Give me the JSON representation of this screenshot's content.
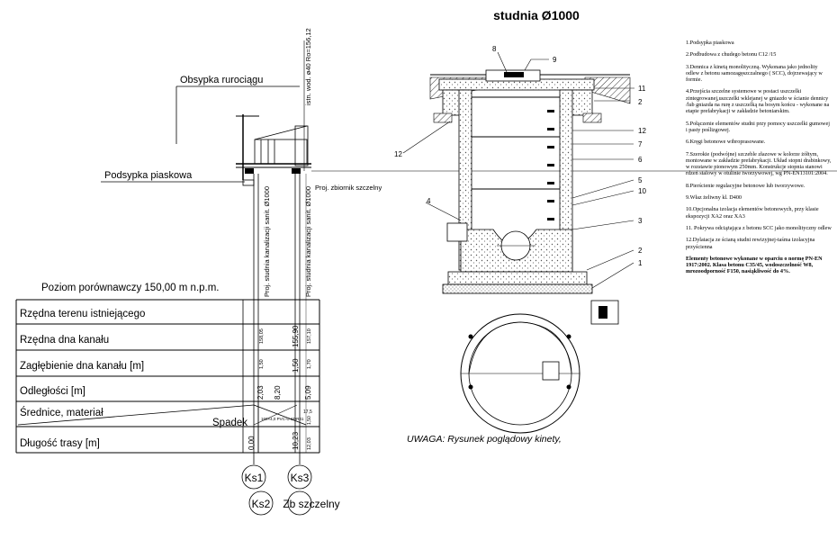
{
  "title": "studnia Ø1000",
  "profile": {
    "labels": {
      "obsypka": "Obsypka rurociągu",
      "podsypka": "Podsypka piaskowa",
      "zbiornik": "Proj. zbiornik szczelny",
      "wod": "istn. wod. ø40 Ro=156,12",
      "studnia1": "Proj. studnia kanalizacji sanit. Ø1000",
      "studnia2": "Proj. studnia kanalizacji sanit. Ø1000",
      "poziom": "Poziom porównawczy 150,00 m n.p.m.",
      "spadek": "Spadek"
    },
    "rows": [
      "Rzędna terenu istniejącego",
      "Rzędna dna kanału",
      "Zagłębienie dna kanału [m]",
      "Odległości [m]",
      "Średnice, materiał",
      "Długość trasy [m]"
    ],
    "values": {
      "teren1": "158,05",
      "teren2": "157,10",
      "dno": "155,90",
      "zagl1": "1,50",
      "zagl2": "1,50",
      "zagl3": "1,70",
      "odl1": "2,03",
      "odl2": "8,20",
      "odl3": "5,09",
      "srednica1": "160×4,0 PVC-U SDR41",
      "srednica2": "17,5",
      "srednica3": "1,50",
      "dlug1": "0,00",
      "dlug2": "10,23",
      "dlug3": "12,03"
    },
    "nodes": [
      "Ks1",
      "Ks2",
      "Ks3",
      "Zb szczelny"
    ]
  },
  "well": {
    "callouts": [
      "8",
      "9",
      "11",
      "2",
      "12",
      "7",
      "6",
      "5",
      "10",
      "4",
      "3",
      "2",
      "1",
      "12"
    ],
    "uwaga": "UWAGA: Rysunek poglądowy kinety,"
  },
  "notes": [
    "1.Podsypka piaskowa",
    "2.Podbudowa z chudego betonu C12 /15",
    "3.Dennica z kinetą monolityczną. Wykonana jako jednolity odlew z betonu samozagęszczalnego ( SCC), dojrzewający w formie.",
    "4.Przejścia szczelne systemowe w postaci uszczelki zintegrowanej,uszczelki wklejanej w gniazdo w ścianie dennicy /lub gniazda na rurę z uszczelką na bosym końcu - wykonane na etapie prefabrykacji w zakładzie betoniarskim.",
    "5.Połączenie elementów studni przy pomocy uszczelki gumowej i pasty poślizgowej.",
    "6.Kręgi betonowe wibroprasowane.",
    "7.Szerokie (podwójne) szczeble złazowe w kolorze żółtym, montowane w zakładzie prefabrykacji. Układ stopni drabinkowy, w rozstawie pionowym 250mm. Konstrukcje stopnia stanowi rdzeń stalowy w otulinie tworzywowej, wg PN-EN13101:2004.",
    "8.Pierścienie regulacyjne betonowe lub tworzywowe.",
    "9.Właz żeliwny kl. D400",
    "10.Opcjonalna izolacja elementów betonowych, przy klasie ekspozycji XA2 oraz XA3",
    "11. Pokrywa odciążająca z betonu SCC jako monolityczny odlew",
    "12.Dylatacja ze ścianą studni rewizyjnej-taśma izolacyjna przyścienna"
  ],
  "notes_bold": "Elementy betonowe wykonane w oparciu o normę PN-EN 1917:2002. Klasa betonu C35/45, wodoszczelność W8, mrozoodporność F150, nasiąkliwość do 4%."
}
